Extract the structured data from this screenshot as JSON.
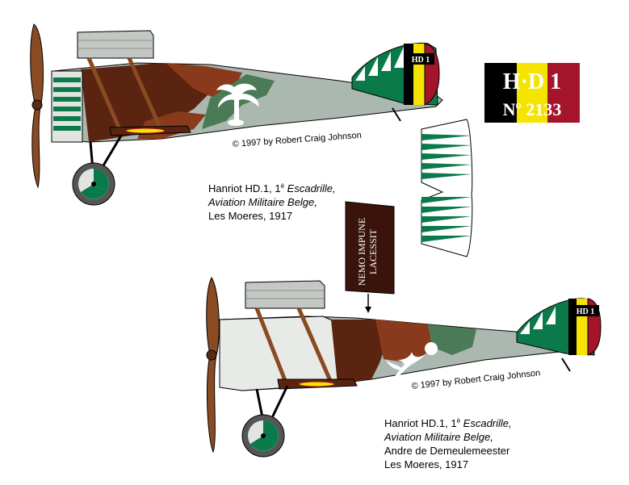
{
  "profile_top": {
    "copyright": "© 1997 by Robert Craig Johnson",
    "fin_marking": "HD 1",
    "caption": {
      "line1_name": "Hanriot HD.1, 1",
      "line1_sup": "è",
      "line1_unit": "Escadrille,",
      "line2": "Aviation Militaire Belge,",
      "line3": "Les Moeres, 1917"
    }
  },
  "profile_bottom": {
    "copyright": "© 1997 by Robert Craig Johnson",
    "fin_marking": "HD 1",
    "caption": {
      "line1_name": "Hanriot HD.1, 1",
      "line1_sup": "è",
      "line1_unit": "Escadrille,",
      "line2": "Aviation Militaire Belge,",
      "line3": "Andre de Demeulemeester",
      "line4": "Les Moeres, 1917"
    }
  },
  "rudder_flag": {
    "line1": "H·D 1",
    "line2": "Nº 2133",
    "colors": [
      "#000000",
      "#ffff00",
      "#a4142a"
    ]
  },
  "motto_panel": {
    "line1": "NEMO IMPUNE",
    "line2": "LACESSIT"
  },
  "colors": {
    "camo_brown": "#5a2410",
    "camo_rust": "#8a3a1c",
    "camo_green": "#4a7a56",
    "camo_grey": "#aab8b0",
    "fin_green": "#0b7a4a",
    "fin_red": "#a4142a",
    "belgian_yellow": "#f4e400",
    "propeller": "#8a4a22",
    "wing_grey": "#c4c8c4",
    "cowl_grey": "#e2e4e2"
  }
}
